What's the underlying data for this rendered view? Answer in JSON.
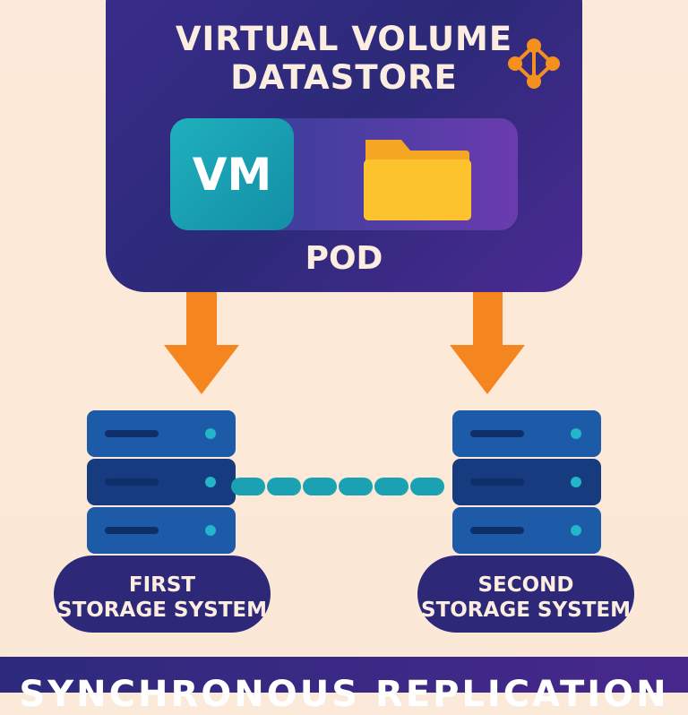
{
  "datastore": {
    "title_line1": "VIRTUAL VOLUME",
    "title_line2": "DATASTORE",
    "icon": "network-nodes-icon"
  },
  "pod": {
    "vm_label": "VM",
    "folder_icon": "folder-icon",
    "label": "POD"
  },
  "storage": [
    {
      "line1": "FIRST",
      "line2": "STORAGE SYSTEM"
    },
    {
      "line1": "SECOND",
      "line2": "STORAGE SYSTEM"
    }
  ],
  "banner": {
    "text": "SYNCHRONOUS REPLICATION"
  },
  "colors": {
    "purple": "#2d2877",
    "orange": "#f5861f",
    "teal": "#1aa1b2",
    "server": "#1d5aa8",
    "folder": "#fdc32e"
  }
}
